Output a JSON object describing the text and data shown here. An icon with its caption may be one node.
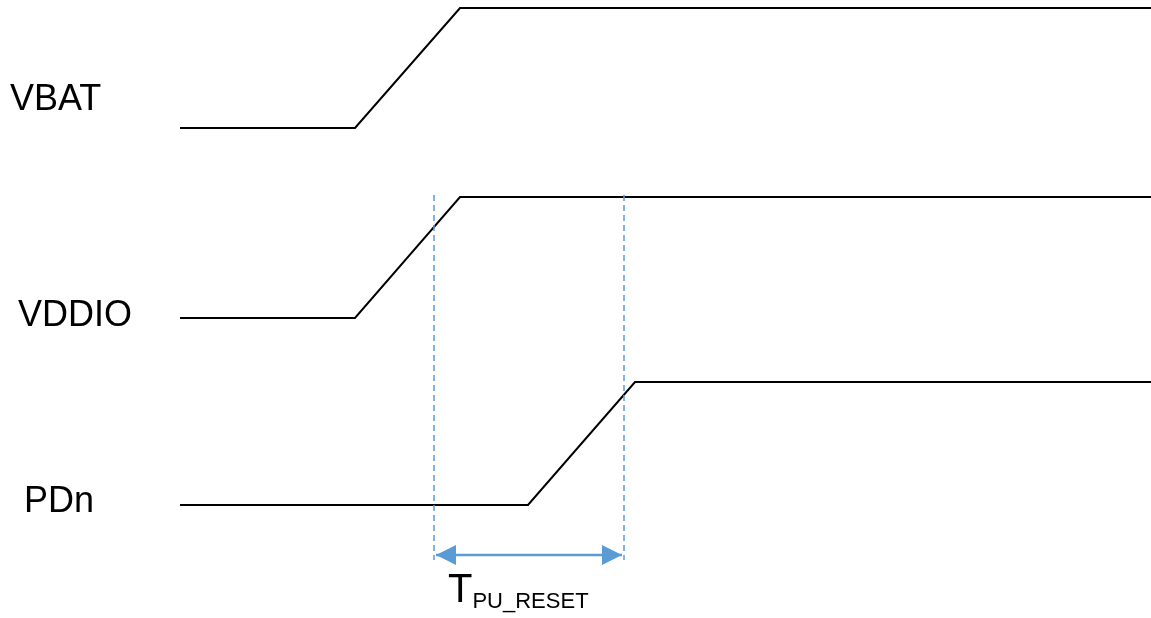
{
  "diagram": {
    "labels": [
      "VBAT",
      "VDDIO",
      "PDn",
      "T$_{PU_RESET}$"
    ]
  }
}
